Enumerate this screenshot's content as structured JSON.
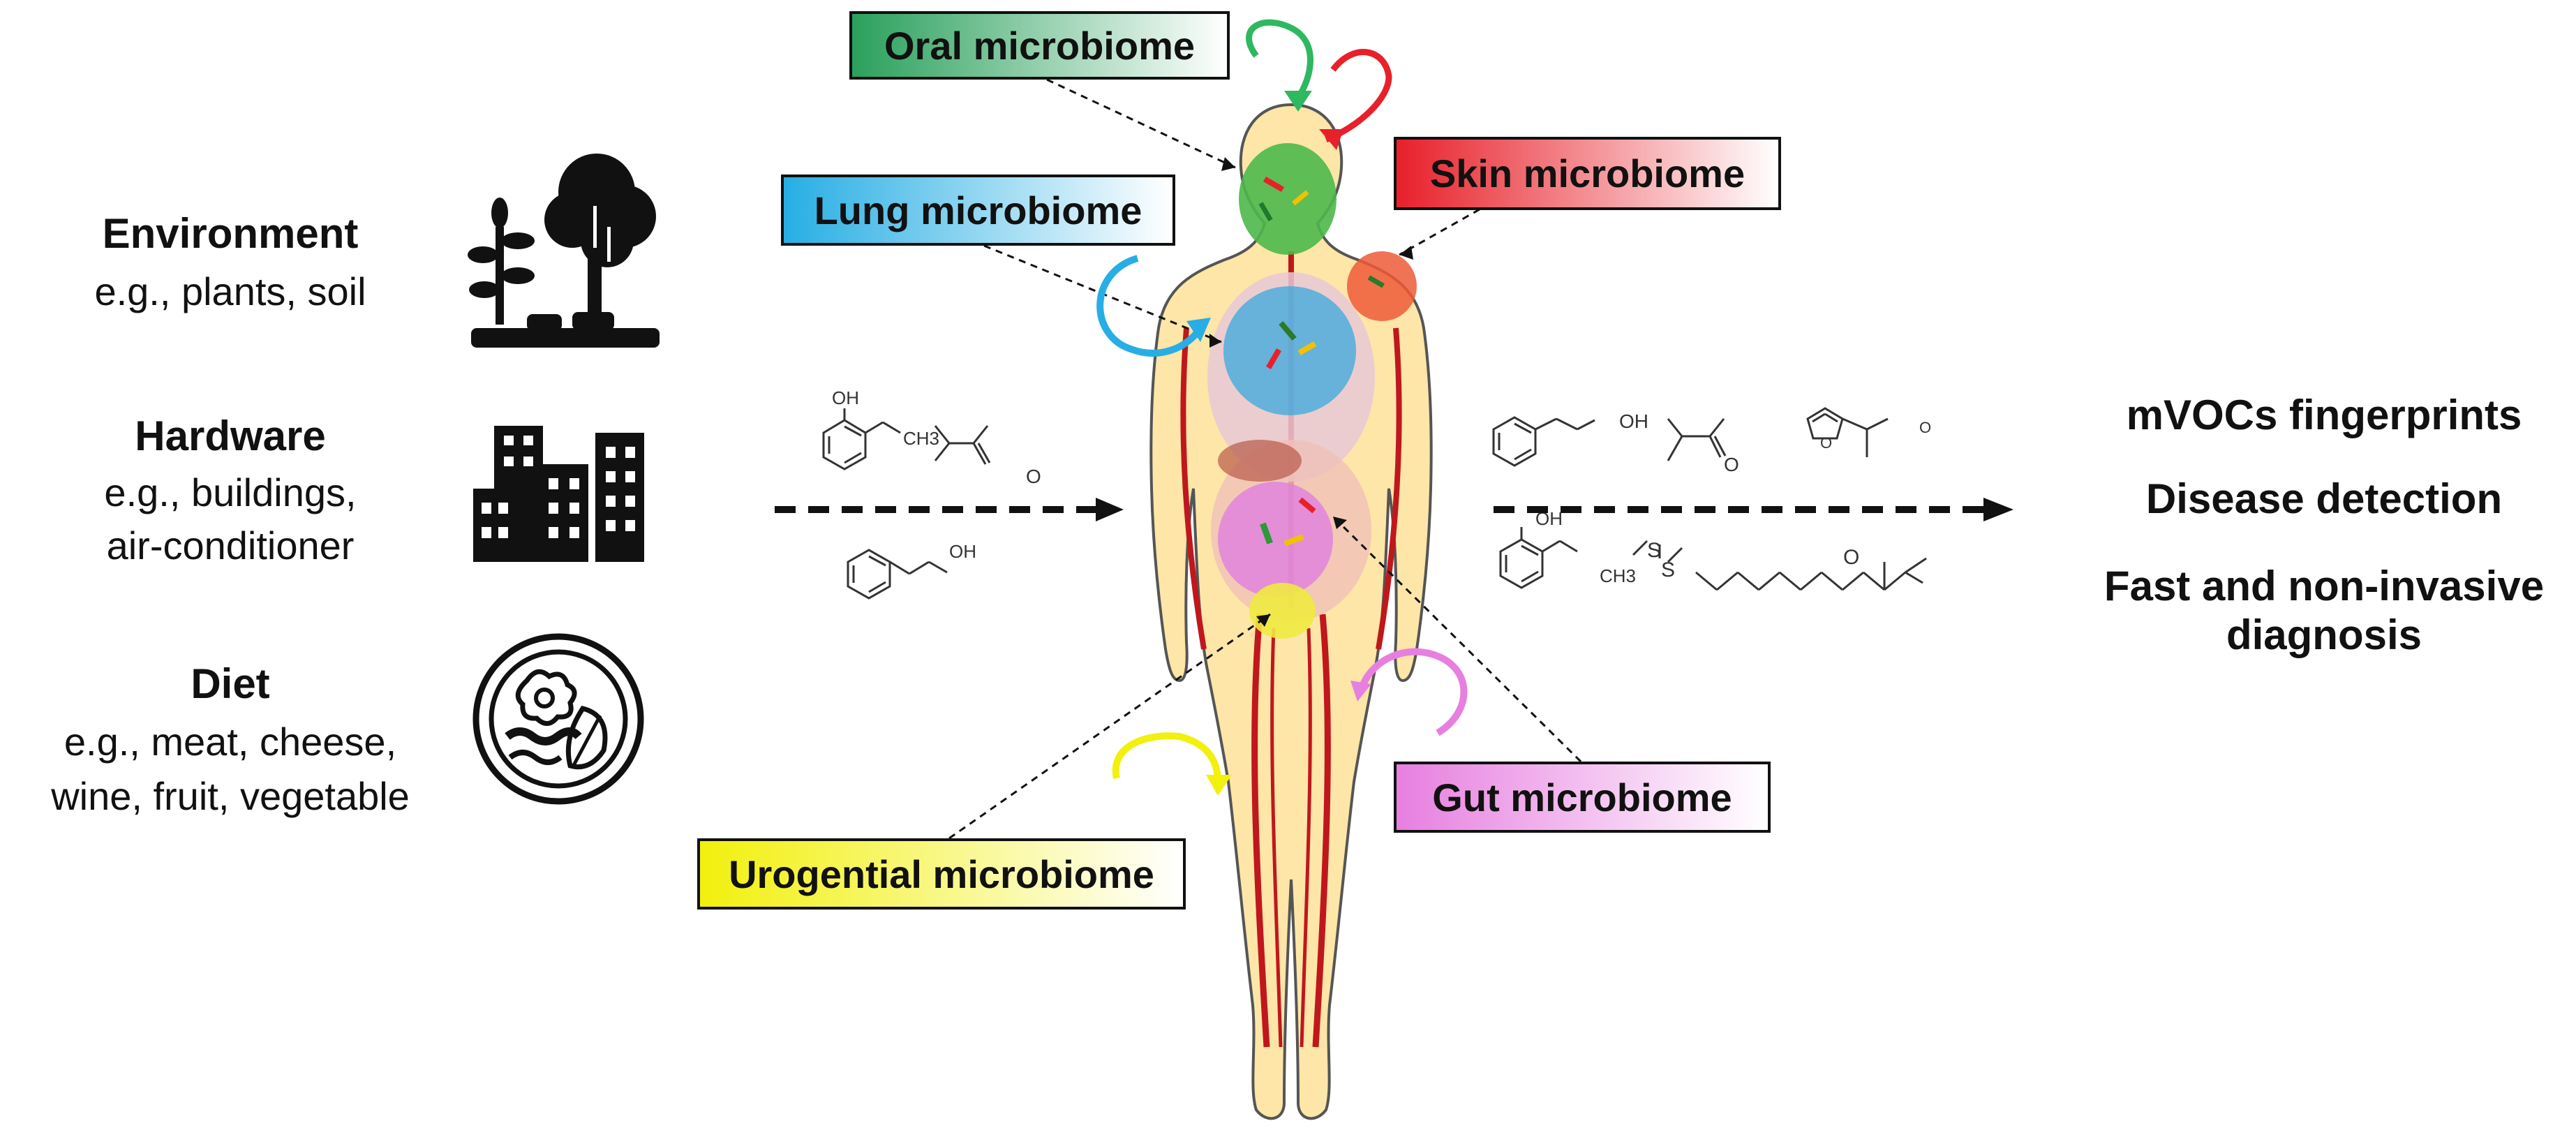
{
  "sources": [
    {
      "title": "Environment",
      "subtitle": [
        "e.g., plants, soil"
      ],
      "icon": "tree-plant-icon"
    },
    {
      "title": "Hardware",
      "subtitle": [
        "e.g., buildings,",
        "air-conditioner"
      ],
      "icon": "buildings-icon"
    },
    {
      "title": "Diet",
      "subtitle": [
        "e.g., meat, cheese,",
        "wine, fruit, vegetable"
      ],
      "icon": "food-plate-icon"
    }
  ],
  "microbiomes": {
    "oral": {
      "label": "Oral microbiome",
      "color": "#2eb860"
    },
    "skin": {
      "label": "Skin microbiome",
      "color": "#e8202a"
    },
    "lung": {
      "label": "Lung microbiome",
      "color": "#27aee4"
    },
    "gut": {
      "label": "Gut microbiome",
      "color": "#e77fe0"
    },
    "urogenital": {
      "label": "Urogential microbiome",
      "color": "#f2f00d"
    }
  },
  "chemistry": {
    "oh": "OH",
    "ch3": "CH3",
    "o": "O",
    "s": "S"
  },
  "outputs": [
    "mVOCs fingerprints",
    "Disease detection",
    "Fast and non-invasive diagnosis"
  ]
}
